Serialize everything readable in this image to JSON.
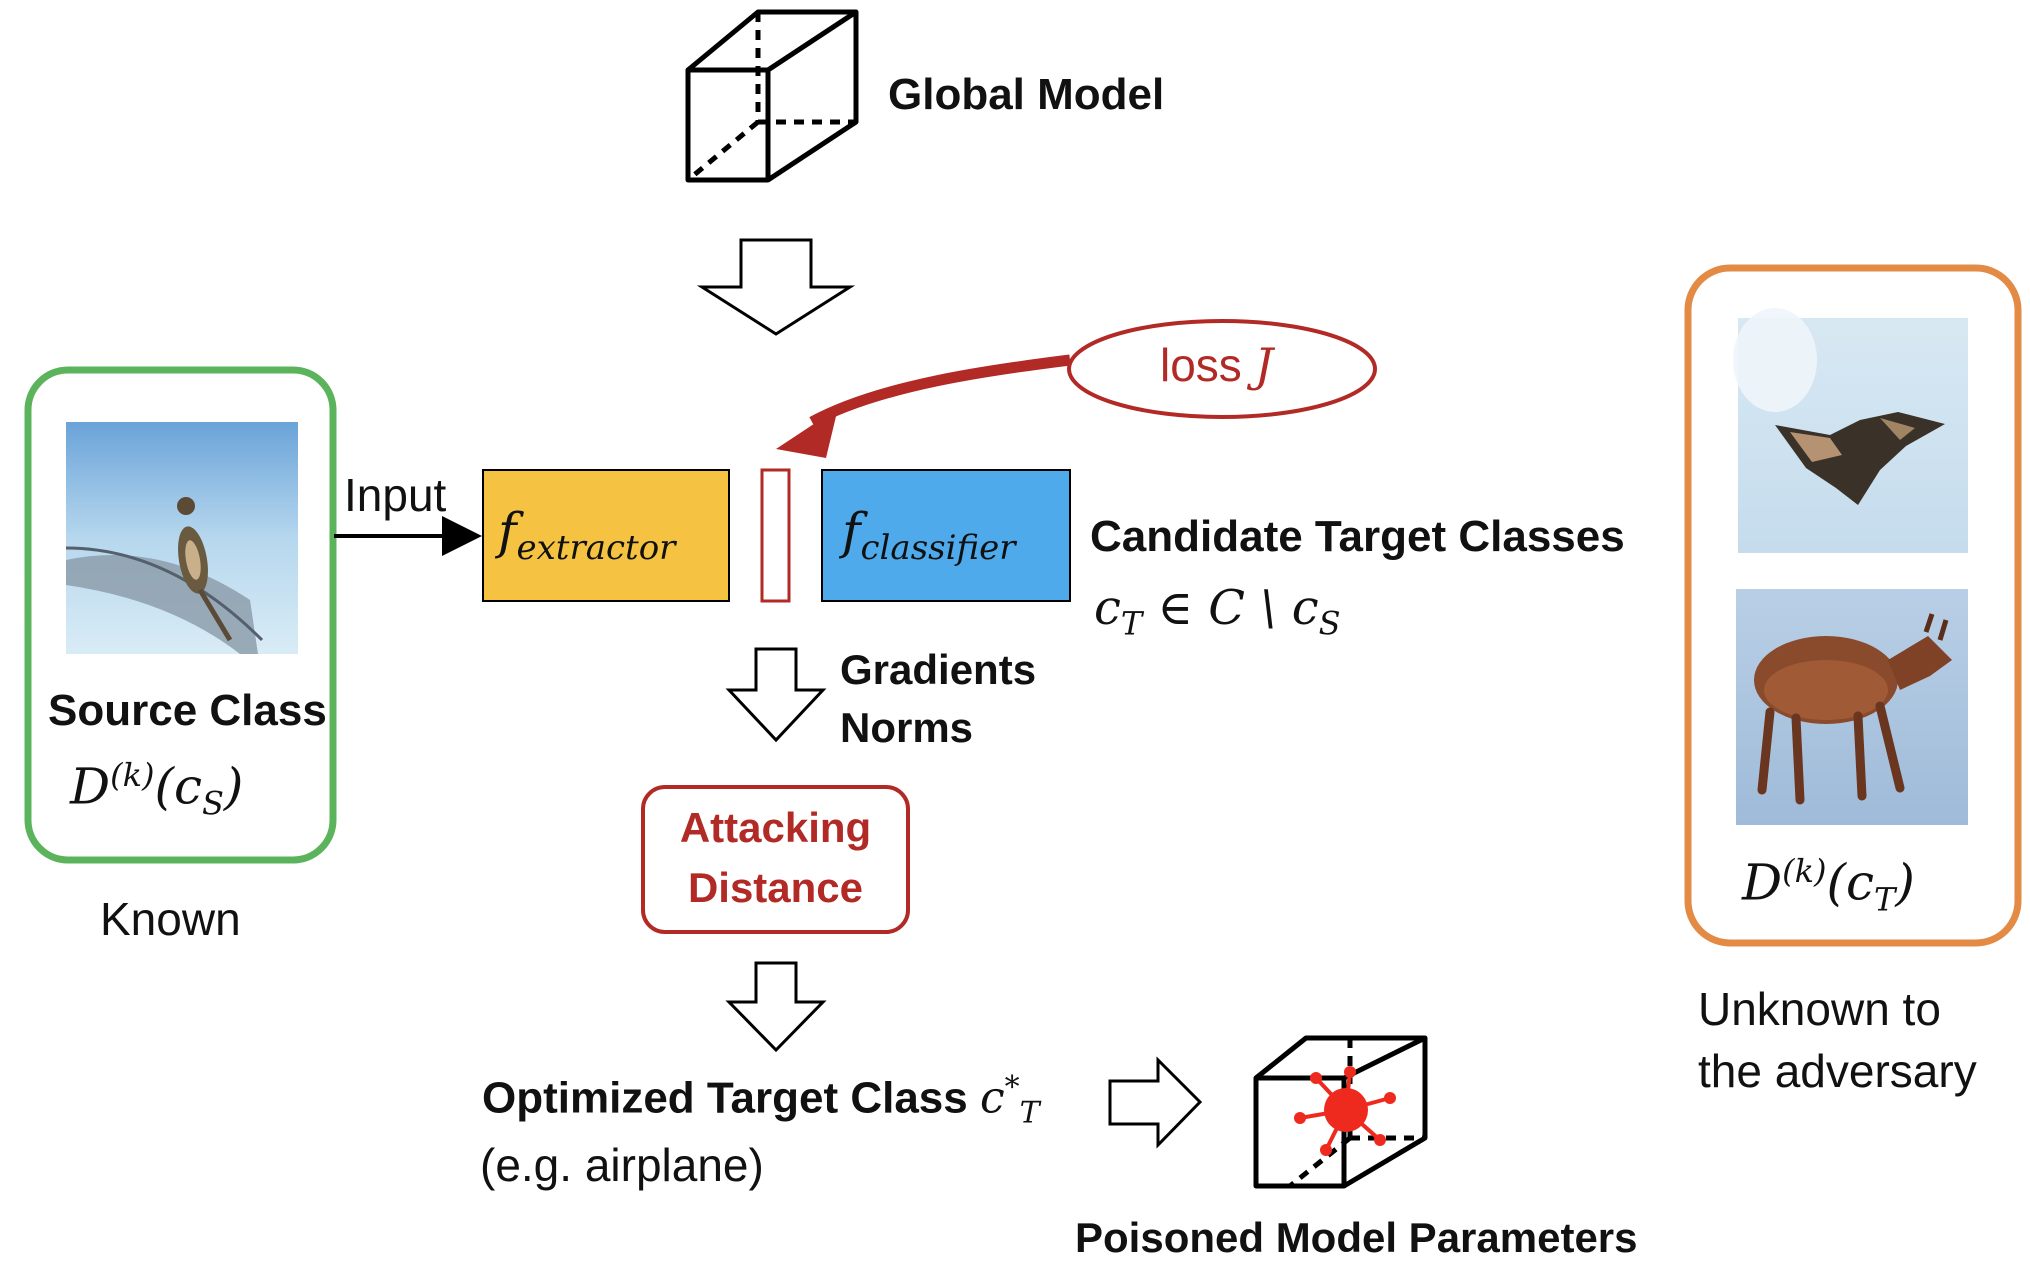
{
  "global_model": {
    "title": "Global Model"
  },
  "source": {
    "title": "Source Class",
    "math": {
      "D": "D",
      "k": "(k)",
      "arg": "(c",
      "sub": "S",
      "close": ")"
    },
    "caption": "Known"
  },
  "input_label": "Input",
  "extractor": {
    "f": "f",
    "sub": "extractor",
    "color": "#f5c242"
  },
  "classifier": {
    "f": "f",
    "sub": "classifier",
    "color": "#4eaaea"
  },
  "loss": {
    "text": "loss ",
    "var": "J",
    "color": "#b22a26"
  },
  "candidate": {
    "title": "Candidate Target Classes",
    "math": {
      "c": "c",
      "csub": "T",
      "mid": " ∈ C \\ c",
      "ssub": "S"
    }
  },
  "gradients": {
    "line1": "Gradients",
    "line2": "Norms"
  },
  "attacking": {
    "line1": "Attacking",
    "line2": "Distance",
    "color": "#b22a26"
  },
  "optimized": {
    "title": "Optimized Target Class ",
    "c": "c",
    "sup": "*",
    "sub": "T",
    "example": "(e.g. airplane)"
  },
  "poisoned": {
    "title": "Poisoned Model Parameters"
  },
  "target": {
    "math": {
      "D": "D",
      "k": "(k)",
      "arg": "(c",
      "sub": "T",
      "close": ")"
    },
    "caption_line1": "Unknown to",
    "caption_line2": "the adversary"
  },
  "colors": {
    "source_border": "#5bb45c",
    "target_border": "#e38a45",
    "red": "#b22a26",
    "virus": "#ee2a1f"
  }
}
